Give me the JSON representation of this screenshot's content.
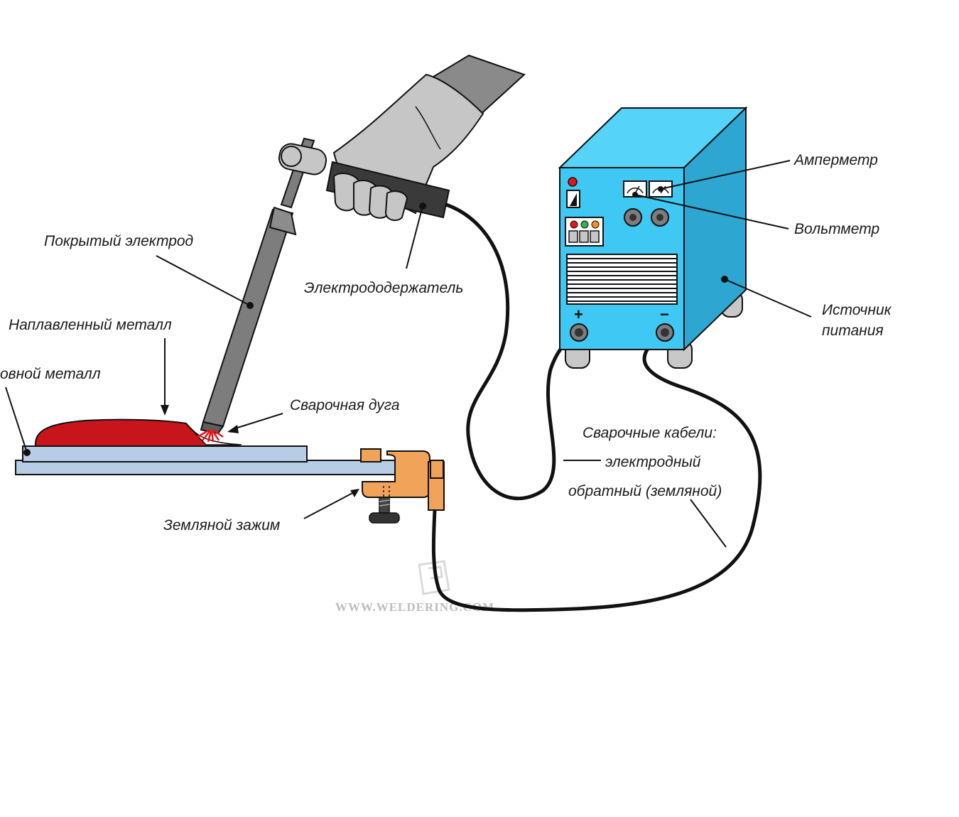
{
  "labels": {
    "electrode": "Покрытый электрод",
    "holder": "Электрододержатель",
    "deposited_metal": "Наплавленный металл",
    "base_metal": "овной металл",
    "arc": "Сварочная дуга",
    "ground_clamp": "Земляной зажим",
    "ammeter": "Амперметр",
    "voltmeter": "Вольтметр",
    "power_source_line1": "Источник",
    "power_source_line2": "питания",
    "cables_title": "Сварочные кабели:",
    "cable_electrode": "электродный",
    "cable_return": "обратный (земляной)"
  },
  "terminals": {
    "plus": "+",
    "minus": "−"
  },
  "watermark": "WWW.WELDERING.COM",
  "colors": {
    "machine_front": "#3fc8f4",
    "machine_side": "#2ea6d2",
    "machine_top": "#55d3f8",
    "weld_bead": "#c8151b",
    "plate": "#b7cde6",
    "clamp": "#f2a35a",
    "glove": "#c6c6c6",
    "sleeve": "#8a8a8a",
    "electrode": "#7d7d7d",
    "cable": "#111111"
  },
  "icons": [
    "glove-icon",
    "electrode-holder-icon",
    "welding-machine-icon",
    "ground-clamp-icon",
    "arc-spark-icon"
  ]
}
